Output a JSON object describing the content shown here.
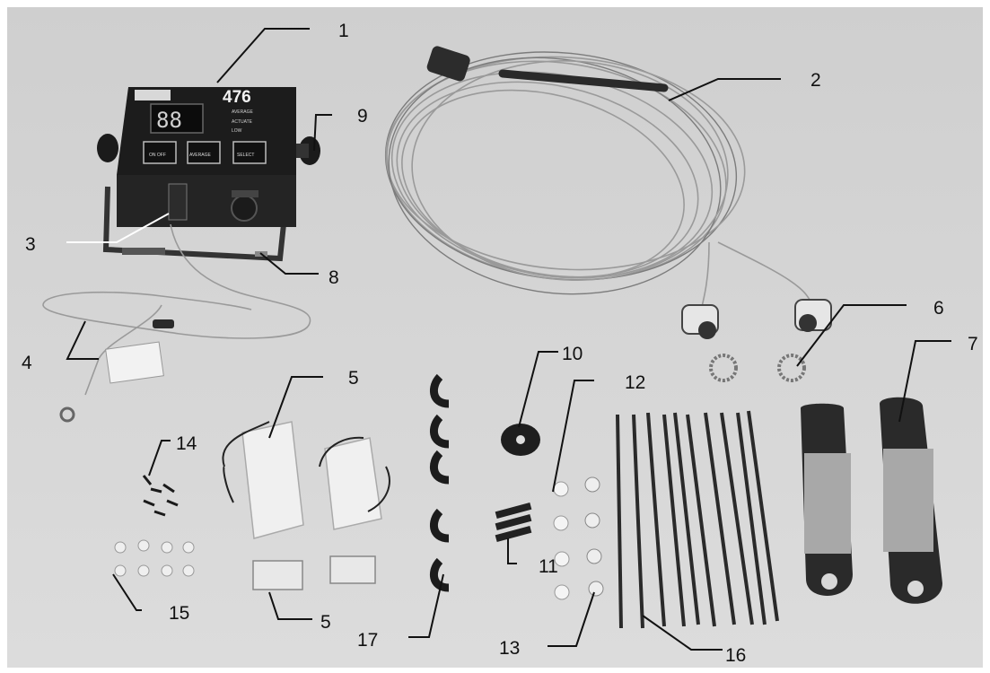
{
  "figure": {
    "panel_text": {
      "brand_logo": "",
      "model_number": "476",
      "digits": "88",
      "side_labels": [
        "AVERAGE",
        "ACTUATE",
        "LOW"
      ],
      "buttons": [
        "ON OFF",
        "AVERAGE",
        "SELECT"
      ]
    },
    "callouts": [
      {
        "id": "1",
        "label": "1"
      },
      {
        "id": "2",
        "label": "2"
      },
      {
        "id": "3",
        "label": "3"
      },
      {
        "id": "4",
        "label": "4"
      },
      {
        "id": "5a",
        "label": "5"
      },
      {
        "id": "5b",
        "label": "5"
      },
      {
        "id": "6",
        "label": "6"
      },
      {
        "id": "7",
        "label": "7"
      },
      {
        "id": "8",
        "label": "8"
      },
      {
        "id": "9",
        "label": "9"
      },
      {
        "id": "10",
        "label": "10"
      },
      {
        "id": "11",
        "label": "11"
      },
      {
        "id": "12",
        "label": "12"
      },
      {
        "id": "13",
        "label": "13"
      },
      {
        "id": "14",
        "label": "14"
      },
      {
        "id": "15",
        "label": "15"
      },
      {
        "id": "16",
        "label": "16"
      },
      {
        "id": "17",
        "label": "17"
      }
    ],
    "colors": {
      "background": "#d6d6d6",
      "panel": "#1b1b1b",
      "cable": "#9a9a9a",
      "leader": "#111111"
    }
  }
}
